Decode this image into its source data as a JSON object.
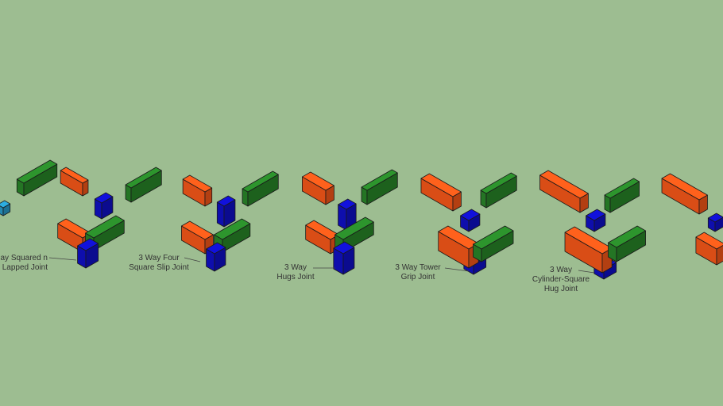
{
  "scene": {
    "background": "#9dbd91",
    "colors": {
      "orange": "#ff5a1a",
      "green": "#2a8a2a",
      "blue": "#1010cc",
      "cyan": "#2aa0d0",
      "edge": "#1a1a1a",
      "leader": "#444444"
    }
  },
  "labels": [
    {
      "lines": [
        "ay Squared n",
        "Lapped Joint"
      ]
    },
    {
      "lines": [
        "3 Way Four",
        "Square Slip Joint"
      ]
    },
    {
      "lines": [
        "3 Way",
        "Hugs Joint"
      ]
    },
    {
      "lines": [
        "3 Way Tower",
        "Grip Joint"
      ]
    },
    {
      "lines": [
        "3 Way",
        "Cylinder-Square",
        "Hug Joint"
      ]
    }
  ]
}
